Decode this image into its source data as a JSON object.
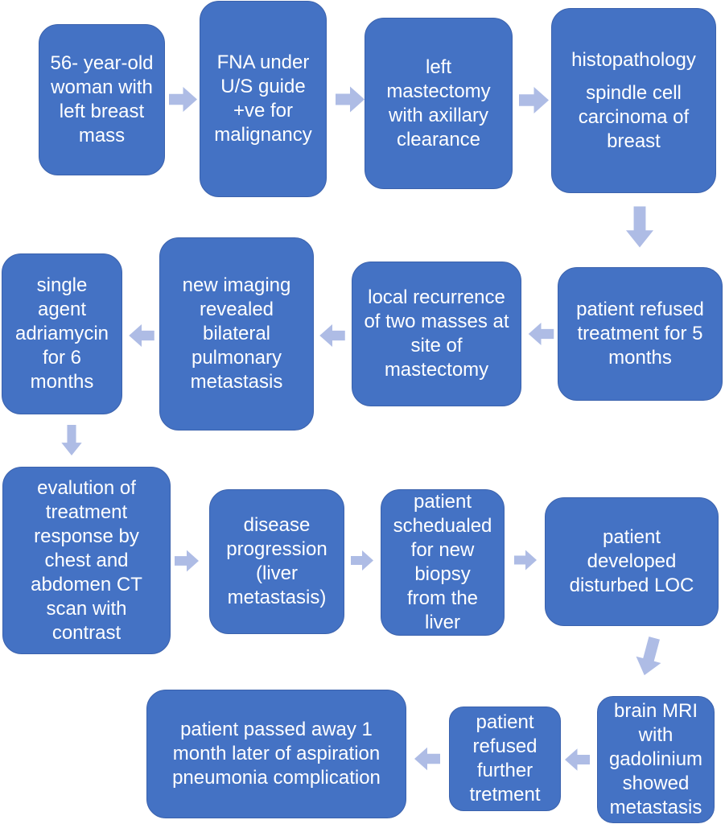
{
  "diagram": {
    "type": "flowchart",
    "description": "Case timeline flowchart of a 56-year-old woman with spindle cell carcinoma of breast",
    "colors": {
      "box_fill": "#4472c4",
      "box_border": "#3b62ad",
      "arrow_fill": "#aebce5",
      "text_color": "#ffffff",
      "background": "#ffffff"
    },
    "nodes": {
      "0": {
        "text": "56- year-old woman with left breast mass"
      },
      "1": {
        "text": "FNA under U/S guide +ve for malignancy"
      },
      "2": {
        "text": "left mastectomy with axillary clearance"
      },
      "3": {
        "line1": "histopathology",
        "line2": "spindle cell carcinoma of breast"
      },
      "4": {
        "text": "patient refused treatment for 5 months"
      },
      "5": {
        "text": "local recurrence of two masses at site of mastectomy"
      },
      "6": {
        "text": "new imaging revealed bilateral pulmonary metastasis"
      },
      "7": {
        "text": "single agent adriamycin for 6 months"
      },
      "8": {
        "text": "evalution of treatment response by chest and abdomen CT scan with contrast"
      },
      "9": {
        "text": "disease progression (liver metastasis)"
      },
      "10": {
        "text": "patient schedualed for new biopsy from the liver"
      },
      "11": {
        "text": "patient developed disturbed LOC"
      },
      "12": {
        "text": "brain MRI with gadolinium showed metastasis"
      },
      "13": {
        "text": "patient refused further tretment"
      },
      "14": {
        "text": "patient passed away 1 month later of aspiration pneumonia complication"
      }
    },
    "flow_order": [
      0,
      1,
      2,
      3,
      4,
      5,
      6,
      7,
      8,
      9,
      10,
      11,
      12,
      13,
      14
    ],
    "arrow_directions": [
      "right",
      "right",
      "right",
      "down",
      "left",
      "left",
      "left",
      "down",
      "right",
      "right",
      "right",
      "down",
      "left",
      "left"
    ]
  }
}
